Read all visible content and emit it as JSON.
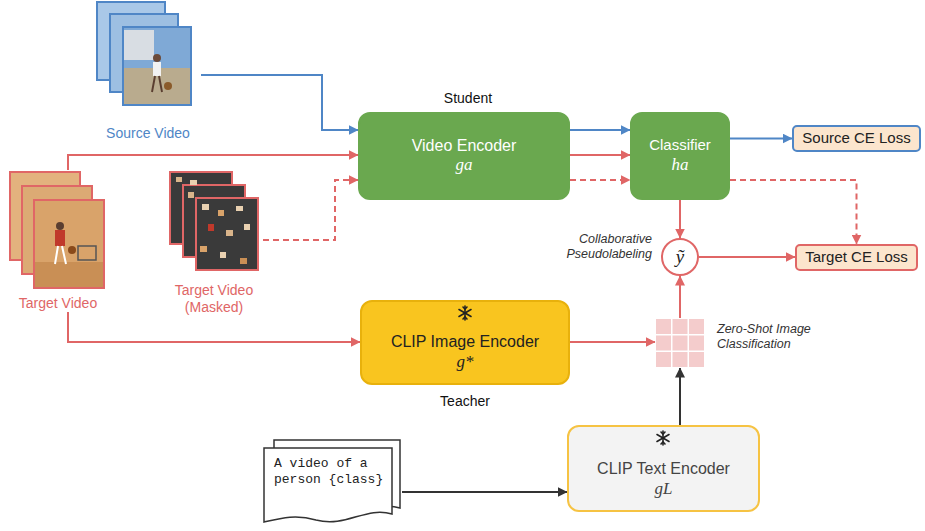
{
  "diagram": {
    "nodes": [
      {
        "text": [
          "Source Video"
        ]
      },
      {
        "text": [
          "Video Encoder",
          "ga"
        ]
      },
      {
        "text": [
          "Classifier",
          "ha"
        ]
      },
      {
        "text": [
          "Source CE Loss"
        ]
      },
      {
        "text": [
          "Target Video"
        ]
      },
      {
        "text": [
          "Target Video (Masked)"
        ]
      },
      {
        "text": [
          "CLIP Image Encoder",
          "g*"
        ]
      },
      {
        "text": [
          "ỹ"
        ]
      },
      {
        "text": [
          "Target CE Loss"
        ]
      },
      {
        "text": [
          "Zero-Shot Image Classification"
        ]
      },
      {
        "text": [
          "A video of a person {class}"
        ]
      },
      {
        "text": [
          "CLIP Text Encoder",
          "gL"
        ]
      }
    ],
    "edges": [
      {
        "from": 0,
        "to": 1,
        "arrow": "to"
      },
      {
        "from": 4,
        "to": 1,
        "arrow": "to"
      },
      {
        "from": 5,
        "to": 1,
        "arrow": "to"
      },
      {
        "from": 1,
        "to": 2,
        "arrow": "to"
      },
      {
        "from": 1,
        "to": 2,
        "arrow": "to"
      },
      {
        "from": 1,
        "to": 2,
        "arrow": "to"
      },
      {
        "from": 2,
        "to": 3,
        "arrow": "to"
      },
      {
        "from": 2,
        "to": 7,
        "arrow": "to"
      },
      {
        "from": 2,
        "to": 8,
        "arrow": "to"
      },
      {
        "from": 7,
        "to": 8,
        "arrow": "to"
      },
      {
        "from": 4,
        "to": 6,
        "arrow": "to"
      },
      {
        "from": 6,
        "to": 9,
        "arrow": "to"
      },
      {
        "from": 9,
        "to": 7,
        "arrow": "to"
      },
      {
        "from": 10,
        "to": 11,
        "arrow": "to"
      },
      {
        "from": 11,
        "to": 9,
        "arrow": "to"
      }
    ],
    "labels": [
      "Student",
      "Collaborative Pseudolabeling",
      "Teacher"
    ]
  }
}
